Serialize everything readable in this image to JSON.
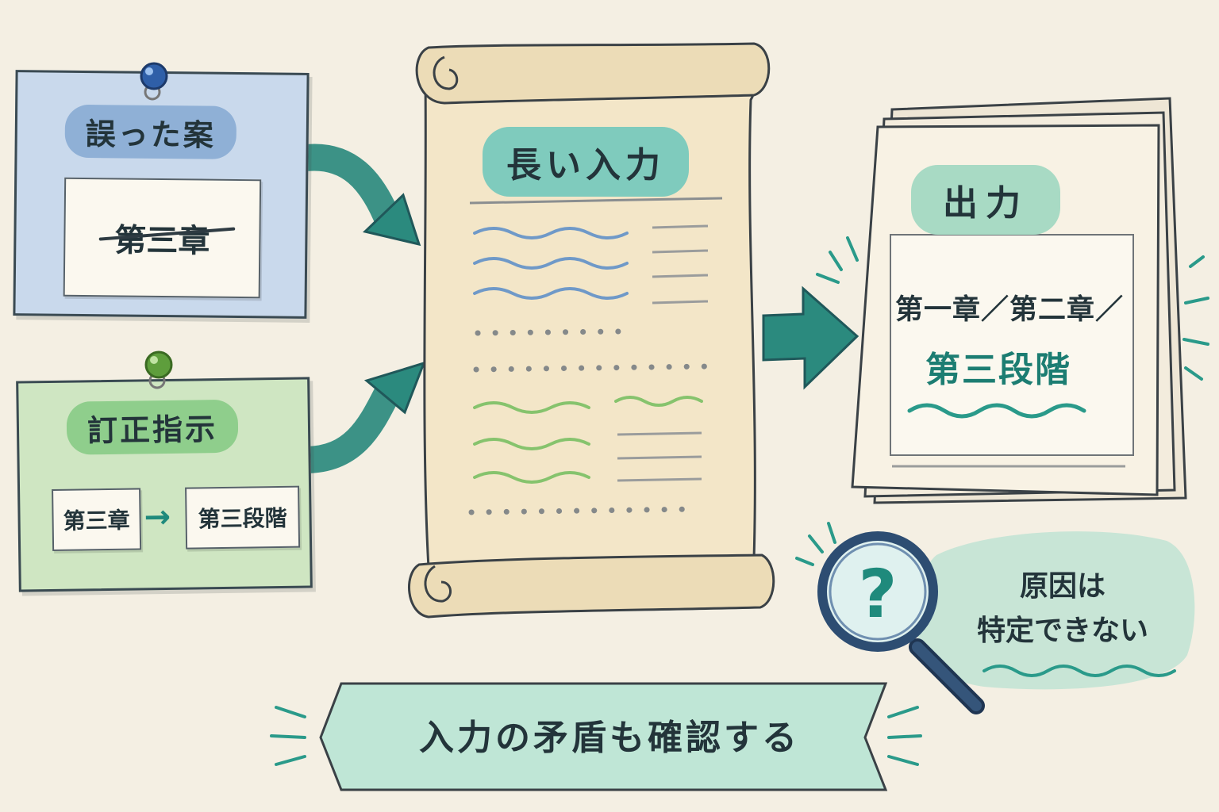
{
  "panels": {
    "wrong_draft": {
      "title": "誤った案",
      "struck_text": "第三章"
    },
    "correction": {
      "title": "訂正指示",
      "from_text": "第三章",
      "to_text": "第三段階"
    }
  },
  "scroll": {
    "title": "長い入力"
  },
  "output": {
    "title": "出力",
    "line_text": "第一章／第二章／",
    "highlight_text": "第三段階"
  },
  "cause_bubble": {
    "line1": "原因は",
    "line2": "特定できない"
  },
  "banner": {
    "text": "入力の矛盾も確認する"
  },
  "colors": {
    "background": "#f4efe3",
    "accent_teal": "#1f8a7c",
    "blue_card": "#c9d9ec",
    "green_card": "#cfe6c2",
    "ink": "#23343a"
  },
  "icons": [
    "push-pin-icon",
    "magnifier-icon",
    "question-mark-icon",
    "arrow-icon"
  ]
}
